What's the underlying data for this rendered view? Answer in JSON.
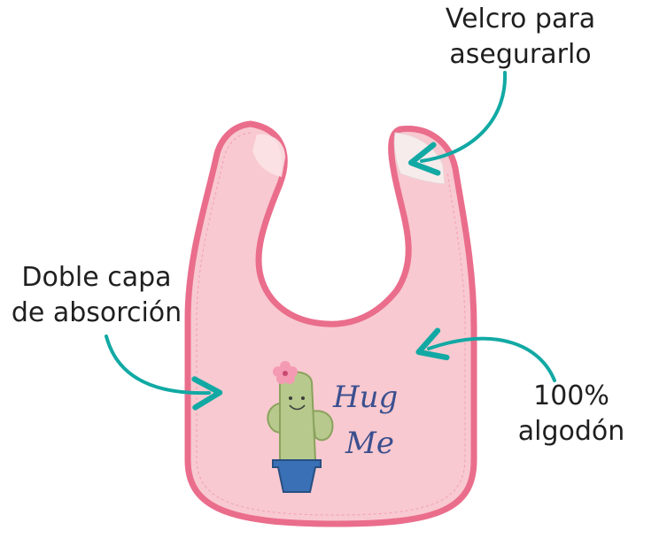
{
  "annotations": {
    "velcro": [
      "Velcro para",
      "asegurarlo"
    ],
    "doble_capa": [
      "Doble capa",
      "de absorción"
    ],
    "algodon": [
      "100%",
      "algodón"
    ]
  },
  "bib": {
    "embroidery_line1": "Hug",
    "embroidery_line2": "Me",
    "colors": {
      "fabric": "#f8c9d0",
      "trim": "#ea6d8c",
      "velcro_patch": "#f7ecec",
      "cactus": "#b7c98c",
      "pot": "#3a70b5",
      "flower": "#f59ab3",
      "text": "#3b4f8f"
    }
  },
  "arrow_color": "#12a9a4"
}
